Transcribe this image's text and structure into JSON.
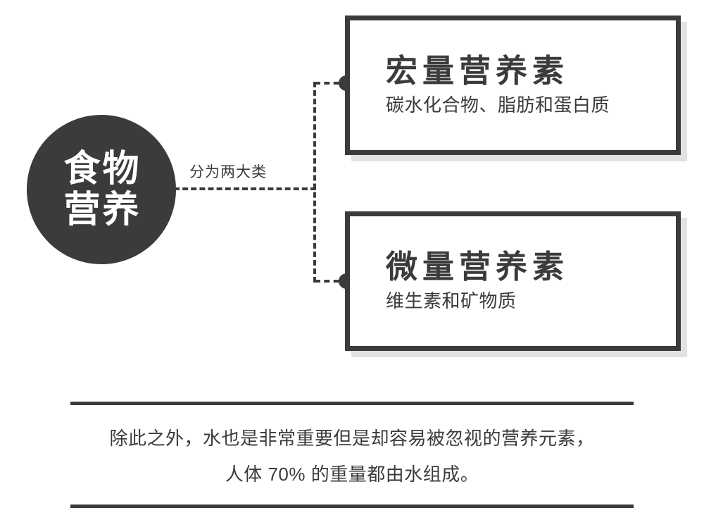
{
  "root": {
    "lines": [
      "食物",
      "营养"
    ],
    "color": "#3b3b3b",
    "text_color": "#ffffff"
  },
  "connector": {
    "label": "分为两大类",
    "style": "dashed",
    "color": "#3b3b3b",
    "dot_color": "#3b3b3b"
  },
  "branches": [
    {
      "title": "宏量营养素",
      "subtitle": "碳水化合物、脂肪和蛋白质",
      "border_color": "#3b3b3b",
      "shadow_color": "#e2e2e2"
    },
    {
      "title": "微量营养素",
      "subtitle": "维生素和矿物质",
      "border_color": "#3b3b3b",
      "shadow_color": "#e2e2e2"
    }
  ],
  "footer": {
    "line1": "除此之外，水也是非常重要但是却容易被忽视的营养元素，",
    "line2": "人体 70% 的重量都由水组成。",
    "rule_color": "#3b3b3b"
  }
}
